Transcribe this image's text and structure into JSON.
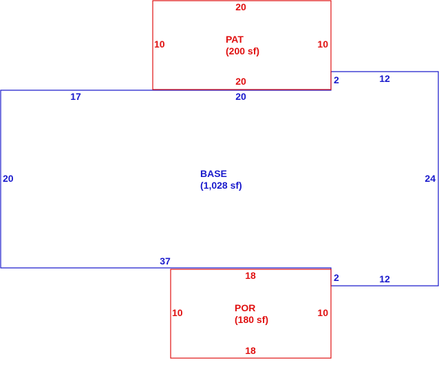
{
  "colors": {
    "base": "#1a1acc",
    "addition": "#e01010"
  },
  "areas": {
    "base": {
      "name": "BASE",
      "area": "(1,028 sf)"
    },
    "pat": {
      "name": "PAT",
      "area": "(200 sf)"
    },
    "por": {
      "name": "POR",
      "area": "(180 sf)"
    }
  },
  "dimensions": {
    "pat_top": "20",
    "pat_left": "10",
    "pat_right": "10",
    "pat_bottom": "20",
    "base_top_left": "17",
    "base_top_mid": "20",
    "base_notch_top": "2",
    "base_top_right": "12",
    "base_left": "20",
    "base_right": "24",
    "base_bottom": "37",
    "base_notch_bottom": "2",
    "base_bottom_right": "12",
    "por_top": "18",
    "por_left": "10",
    "por_right": "10",
    "por_bottom": "18"
  }
}
